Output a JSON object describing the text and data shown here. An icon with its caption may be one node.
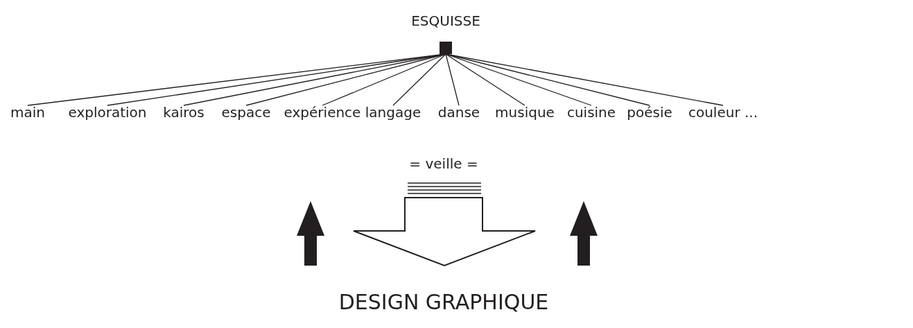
{
  "diagram": {
    "nodes": [
      {
        "text": [
          "ESQUISSE"
        ]
      },
      {
        "text": [],
        "shape": "box"
      },
      {
        "text": [
          "main"
        ]
      },
      {
        "text": [
          "exploration"
        ]
      },
      {
        "text": [
          "kairos"
        ]
      },
      {
        "text": [
          "espace"
        ]
      },
      {
        "text": [
          "expérience"
        ]
      },
      {
        "text": [
          "langage"
        ]
      },
      {
        "text": [
          "danse"
        ]
      },
      {
        "text": [
          "musique"
        ]
      },
      {
        "text": [
          "cuisine"
        ]
      },
      {
        "text": [
          "poésie"
        ]
      },
      {
        "text": [
          "couleur ..."
        ]
      },
      {
        "text": [
          "= veille ="
        ]
      },
      {
        "text": [
          "DESIGN GRAPHIQUE"
        ]
      }
    ],
    "edges": [
      {
        "from": 1,
        "to": 2,
        "arrow": "none"
      },
      {
        "from": 1,
        "to": 3,
        "arrow": "none"
      },
      {
        "from": 1,
        "to": 4,
        "arrow": "none"
      },
      {
        "from": 1,
        "to": 5,
        "arrow": "none"
      },
      {
        "from": 1,
        "to": 6,
        "arrow": "none"
      },
      {
        "from": 1,
        "to": 7,
        "arrow": "none"
      },
      {
        "from": 1,
        "to": 8,
        "arrow": "none"
      },
      {
        "from": 1,
        "to": 9,
        "arrow": "none"
      },
      {
        "from": 1,
        "to": 10,
        "arrow": "none"
      },
      {
        "from": 1,
        "to": 11,
        "arrow": "none"
      },
      {
        "from": 1,
        "to": 12,
        "arrow": "none"
      },
      {
        "from": 13,
        "to": 14,
        "arrow": "to",
        "style": "thick",
        "color": "#ffffff"
      }
    ]
  }
}
